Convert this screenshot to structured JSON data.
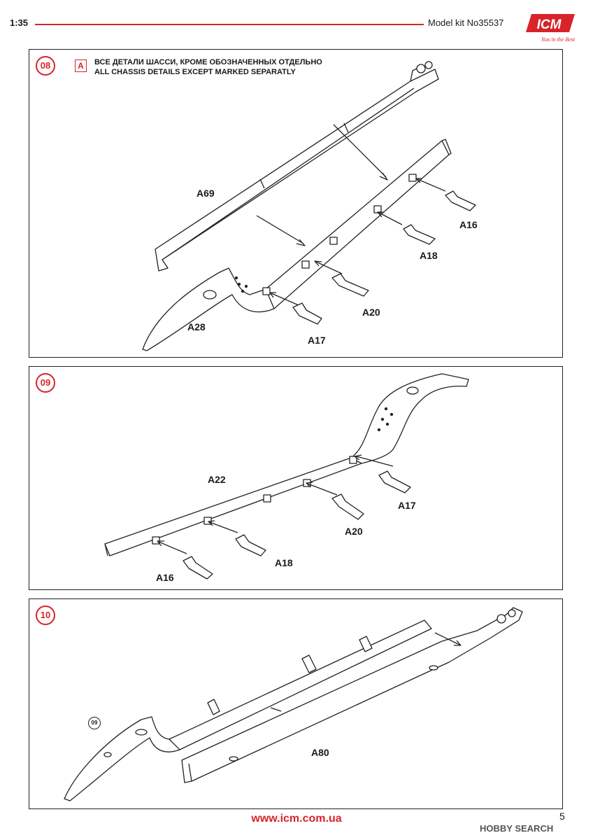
{
  "header": {
    "scale": "1:35",
    "model": "Model kit No35537",
    "logo_text": "ICM",
    "logo_slogan": "Nas in the Best",
    "accent_color": "#d8232a"
  },
  "steps": [
    {
      "number": "08",
      "sub": "A",
      "note_ru": "ВСЕ ДЕТАЛИ ШАССИ, КРОМЕ ОБОЗНАЧЕННЫХ ОТДЕЛЬНО",
      "note_en": "ALL CHASSIS DETAILS EXCEPT MARKED SEPARATLY",
      "labels": [
        "A69",
        "A16",
        "A18",
        "A20",
        "A28",
        "A17"
      ]
    },
    {
      "number": "09",
      "labels": [
        "A22",
        "A17",
        "A20",
        "A18",
        "A16"
      ]
    },
    {
      "number": "10",
      "ref": "09",
      "labels": [
        "A80"
      ]
    }
  ],
  "footer": {
    "url": "www.icm.com.ua",
    "page": "5",
    "watermark": "HOBBY SEARCH"
  }
}
